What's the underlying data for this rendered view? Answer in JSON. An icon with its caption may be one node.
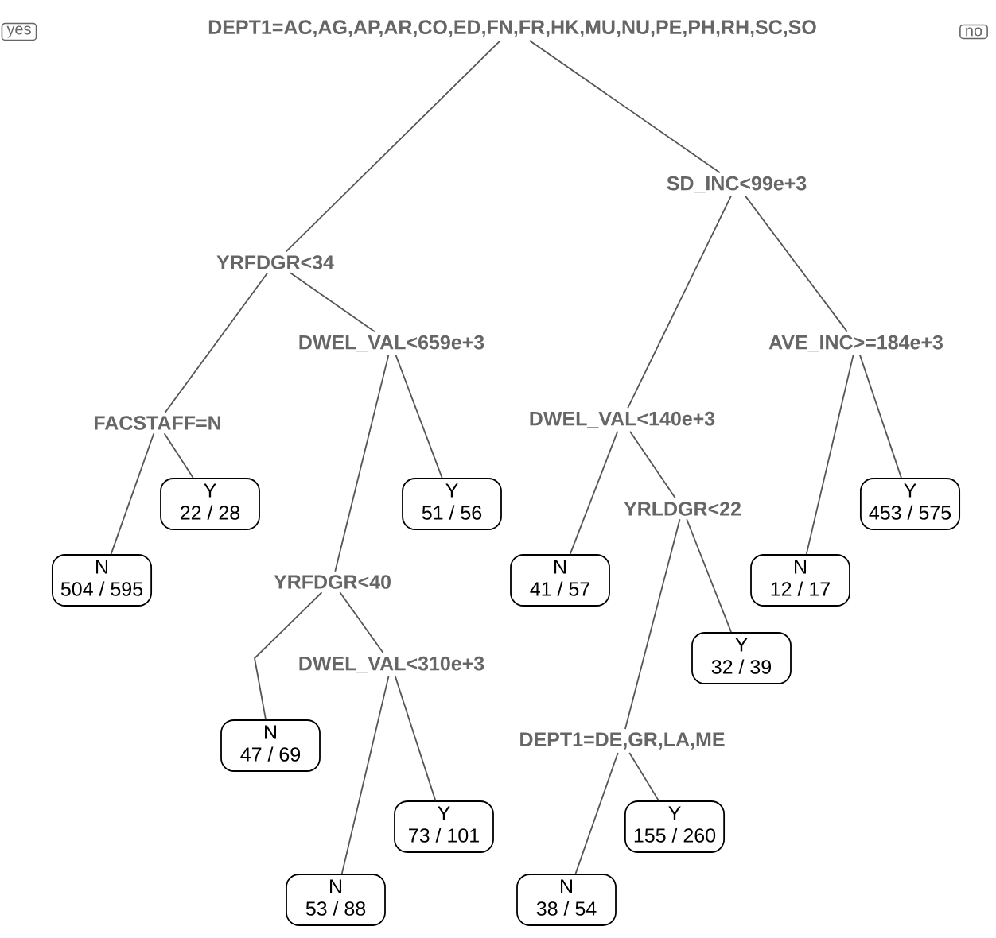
{
  "diagram": {
    "nodes": [
      {
        "text": [
          "yes"
        ]
      },
      {
        "text": [
          "DEPT1=AC,AG,AP,AR,CO,ED,FN,FR,HK,MU,NU,PE,PH,RH,SC,SO"
        ]
      },
      {
        "text": [
          "no"
        ]
      },
      {
        "text": [
          "SD_INC<99e+3"
        ]
      },
      {
        "text": [
          "YRFDGR<34"
        ]
      },
      {
        "text": [
          "DWEL_VAL<659e+3"
        ]
      },
      {
        "text": [
          "AVE_INC>=184e+3"
        ]
      },
      {
        "text": [
          "FACSTAFF=N"
        ]
      },
      {
        "text": [
          "DWEL_VAL<140e+3"
        ]
      },
      {
        "text": [
          "Y",
          "22 / 28"
        ]
      },
      {
        "text": [
          "Y",
          "51 / 56"
        ]
      },
      {
        "text": [
          "Y",
          "453 / 575"
        ]
      },
      {
        "text": [
          "YRLDGR<22"
        ]
      },
      {
        "text": [
          "N",
          "504 / 595"
        ]
      },
      {
        "text": [
          "N",
          "41 / 57"
        ]
      },
      {
        "text": [
          "N",
          "12 / 17"
        ]
      },
      {
        "text": [
          "YRFDGR<40"
        ]
      },
      {
        "text": [
          "DWEL_VAL<310e+3"
        ]
      },
      {
        "text": [
          "Y",
          "32 / 39"
        ]
      },
      {
        "text": [
          "N",
          "47 / 69"
        ]
      },
      {
        "text": [
          "DEPT1=DE,GR,LA,ME"
        ]
      },
      {
        "text": [
          "Y",
          "73 / 101"
        ]
      },
      {
        "text": [
          "Y",
          "155 / 260"
        ]
      },
      {
        "text": [
          "N",
          "53 / 88"
        ]
      },
      {
        "text": [
          "N",
          "38 / 54"
        ]
      }
    ],
    "edges": [
      {
        "from": 1,
        "to": 4,
        "arrow": "none"
      },
      {
        "from": 1,
        "to": 3,
        "arrow": "none"
      },
      {
        "from": 4,
        "to": 7,
        "arrow": "none"
      },
      {
        "from": 4,
        "to": 5,
        "arrow": "none"
      },
      {
        "from": 7,
        "to": 13,
        "arrow": "none"
      },
      {
        "from": 7,
        "to": 9,
        "arrow": "none"
      },
      {
        "from": 5,
        "to": 16,
        "arrow": "none"
      },
      {
        "from": 5,
        "to": 10,
        "arrow": "none"
      },
      {
        "from": 16,
        "to": 19,
        "arrow": "none"
      },
      {
        "from": 16,
        "to": 17,
        "arrow": "none"
      },
      {
        "from": 17,
        "to": 23,
        "arrow": "none"
      },
      {
        "from": 17,
        "to": 21,
        "arrow": "none"
      },
      {
        "from": 3,
        "to": 8,
        "arrow": "none"
      },
      {
        "from": 3,
        "to": 6,
        "arrow": "none"
      },
      {
        "from": 8,
        "to": 14,
        "arrow": "none"
      },
      {
        "from": 8,
        "to": 12,
        "arrow": "none"
      },
      {
        "from": 12,
        "to": 20,
        "arrow": "none"
      },
      {
        "from": 12,
        "to": 18,
        "arrow": "none"
      },
      {
        "from": 20,
        "to": 24,
        "arrow": "none"
      },
      {
        "from": 20,
        "to": 22,
        "arrow": "none"
      },
      {
        "from": 6,
        "to": 15,
        "arrow": "none"
      },
      {
        "from": 6,
        "to": 11,
        "arrow": "none"
      }
    ]
  }
}
